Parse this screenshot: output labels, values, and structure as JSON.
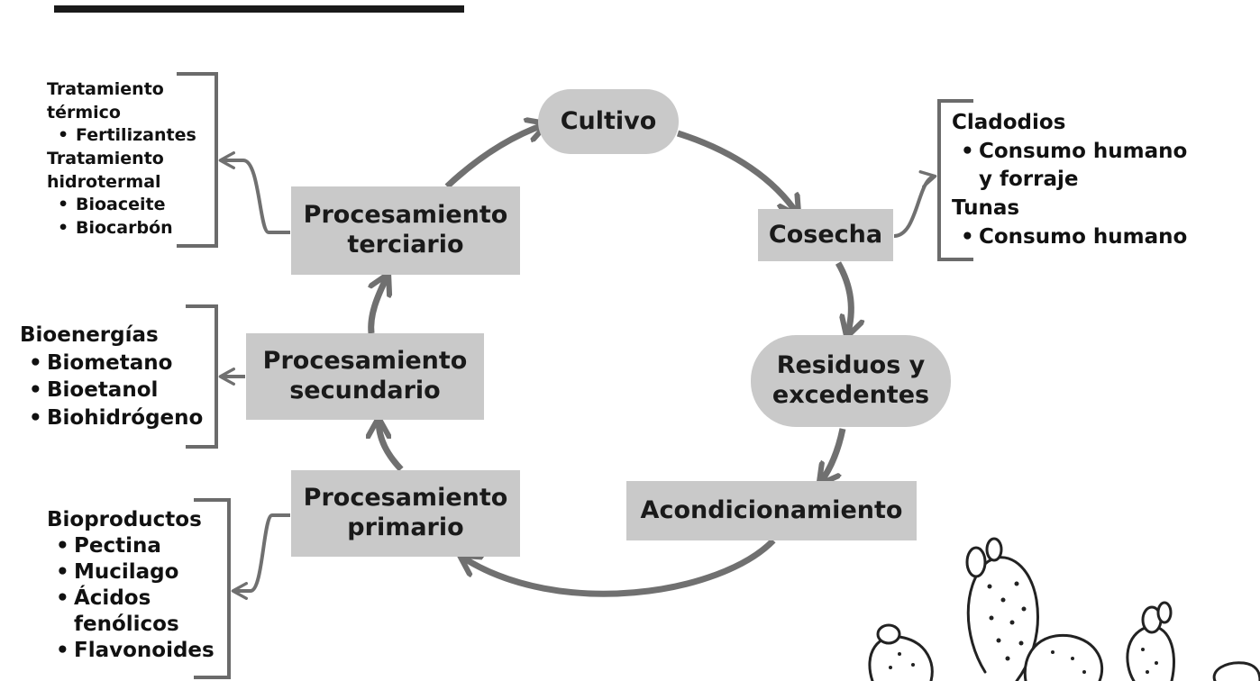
{
  "cycle": {
    "cultivo": "Cultivo",
    "cosecha": "Cosecha",
    "residuos": "Residuos y\nexcedentes",
    "acondicionamiento": "Acondicionamiento",
    "primario": "Procesamiento\nprimario",
    "secundario": "Procesamiento\nsecundario",
    "terciario": "Procesamiento\nterciario"
  },
  "cosecha_products": {
    "group1_title": "Cladodios",
    "group1_items": [
      "Consumo humano\ny forraje"
    ],
    "group2_title": "Tunas",
    "group2_items": [
      "Consumo humano"
    ]
  },
  "terciario_products": {
    "group1_title": "Tratamiento\ntérmico",
    "group1_items": [
      "Fertilizantes"
    ],
    "group2_title": "Tratamiento\nhidrotermal",
    "group2_items": [
      "Bioaceite",
      "Biocarbón"
    ]
  },
  "secundario_products": {
    "title": "Bioenergías",
    "items": [
      "Biometano",
      "Bioetanol",
      "Biohidrógeno"
    ]
  },
  "primario_products": {
    "title": "Bioproductos",
    "items": [
      "Pectina",
      "Mucilago",
      "Ácidos\nfenólicos",
      "Flavonoides"
    ]
  },
  "colors": {
    "node_fill": "#c9c9c9",
    "arrow": "#707070",
    "bracket": "#6b6b6b",
    "text": "#1a1a1a"
  },
  "decoration": "cactus-illustration"
}
